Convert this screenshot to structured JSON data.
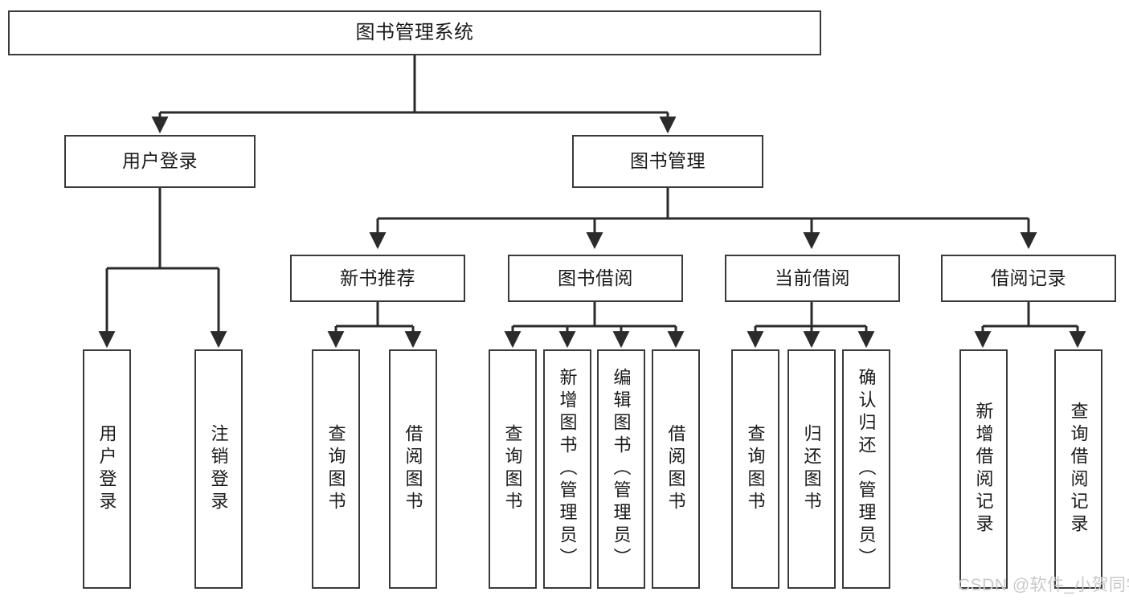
{
  "diagram": {
    "type": "tree",
    "title": "图书管理系统",
    "orientation": "top-down",
    "edge_style": "orthogonal-with-arrowheads",
    "colors": {
      "box_border": "#3a3a3a",
      "box_fill": "#ffffff",
      "edge": "#2b2b2b",
      "text": "#1a1a1a",
      "watermark": "#c9c9c9",
      "background": "#ffffff"
    }
  },
  "root": {
    "label": "图书管理系统"
  },
  "level2": [
    {
      "id": "user-login",
      "label": "用户登录"
    },
    {
      "id": "book-manage",
      "label": "图书管理"
    }
  ],
  "level3": [
    {
      "id": "new-book-recommend",
      "label": "新书推荐"
    },
    {
      "id": "book-borrow",
      "label": "图书借阅"
    },
    {
      "id": "current-borrow",
      "label": "当前借阅"
    },
    {
      "id": "borrow-record",
      "label": "借阅记录"
    }
  ],
  "leaves": {
    "user_login": [
      {
        "id": "leaf-user-login",
        "label": "用户登录"
      },
      {
        "id": "leaf-logout",
        "label": "注销登录"
      }
    ],
    "new_book_recommend": [
      {
        "id": "leaf-query-book-1",
        "label": "查询图书"
      },
      {
        "id": "leaf-borrow-book-1",
        "label": "借阅图书"
      }
    ],
    "book_borrow": [
      {
        "id": "leaf-query-book-2",
        "label": "查询图书"
      },
      {
        "id": "leaf-add-book",
        "label": "新增图书（管理员）"
      },
      {
        "id": "leaf-edit-book",
        "label": "编辑图书（管理员）"
      },
      {
        "id": "leaf-borrow-book-2",
        "label": "借阅图书"
      }
    ],
    "current_borrow": [
      {
        "id": "leaf-query-book-3",
        "label": "查询图书"
      },
      {
        "id": "leaf-return-book",
        "label": "归还图书"
      },
      {
        "id": "leaf-confirm-return",
        "label": "确认归还（管理员）"
      }
    ],
    "borrow_record": [
      {
        "id": "leaf-add-record",
        "label": "新增借阅记录"
      },
      {
        "id": "leaf-query-record",
        "label": "查询借阅记录"
      }
    ]
  },
  "watermark": {
    "text": "CSDN @软件_小贺同学"
  }
}
